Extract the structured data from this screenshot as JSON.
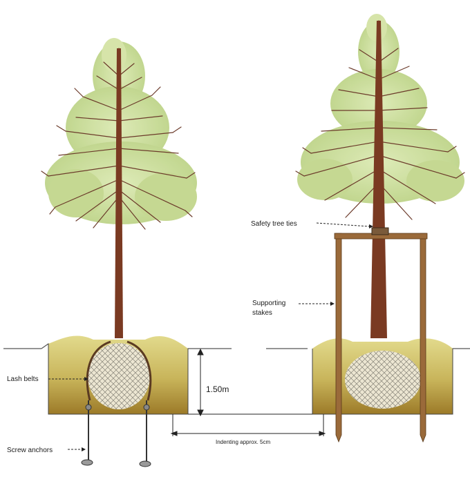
{
  "labels": {
    "safety_tree_ties": "Safety tree ties",
    "supporting_stakes_line1": "Supporting",
    "supporting_stakes_line2": "stakes",
    "lash_belts": "Lash belts",
    "depth": "1.50m",
    "indenting": "Indenting approx. 5cm",
    "screw_anchors": "Screw anchors"
  },
  "colors": {
    "foliage": "#c9dc9a",
    "foliage_dark": "#a9c46e",
    "trunk": "#7a3a22",
    "branch": "#6b3a2a",
    "soil_top": "#d9d07a",
    "soil_bottom": "#a88a2e",
    "root_ball": "#ece6d2",
    "stake": "#9a6a3a"
  }
}
